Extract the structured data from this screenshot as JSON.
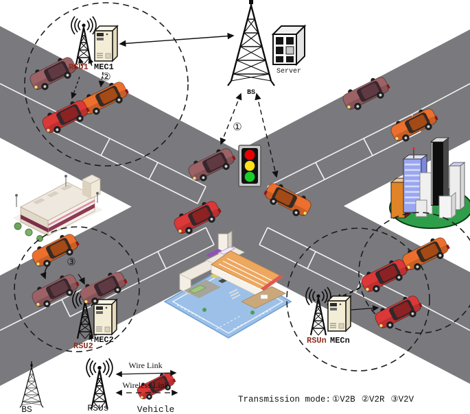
{
  "figure": {
    "type": "V2X vehicular network architecture diagram"
  },
  "nodes": {
    "bs": {
      "label": "BS"
    },
    "server": {
      "label": "Server"
    },
    "rsu1": {
      "label": "RSU1"
    },
    "mec1": {
      "label": "MEC1"
    },
    "rsu2": {
      "label": "RSU2"
    },
    "mec2": {
      "label": "MEC2"
    },
    "rsun": {
      "label": "RSUn"
    },
    "mecn": {
      "label": "MECn"
    }
  },
  "badges": {
    "mode1": "①",
    "mode2": "②",
    "mode3": "③"
  },
  "legend": {
    "bs": "BS",
    "rsus": "RSUs",
    "vehicle": "Vehicle",
    "wire_link": "Wire Link",
    "wireless_link": "Wireless Link"
  },
  "footer": {
    "label": "Transmission mode:",
    "mode1": "①V2B",
    "mode2": "②V2R",
    "mode3": "③V2V"
  },
  "colors": {
    "road": "#7a7a7e",
    "lane_marking": "#f4f4f4",
    "car_maroon": "#9c6266",
    "car_red": "#dc3838",
    "car_orange": "#ec6f2d",
    "traffic_red": "#e90000",
    "traffic_yellow": "#ffe11a",
    "traffic_green": "#18cf2a",
    "rsu_label_color": "#8b2f1f"
  }
}
